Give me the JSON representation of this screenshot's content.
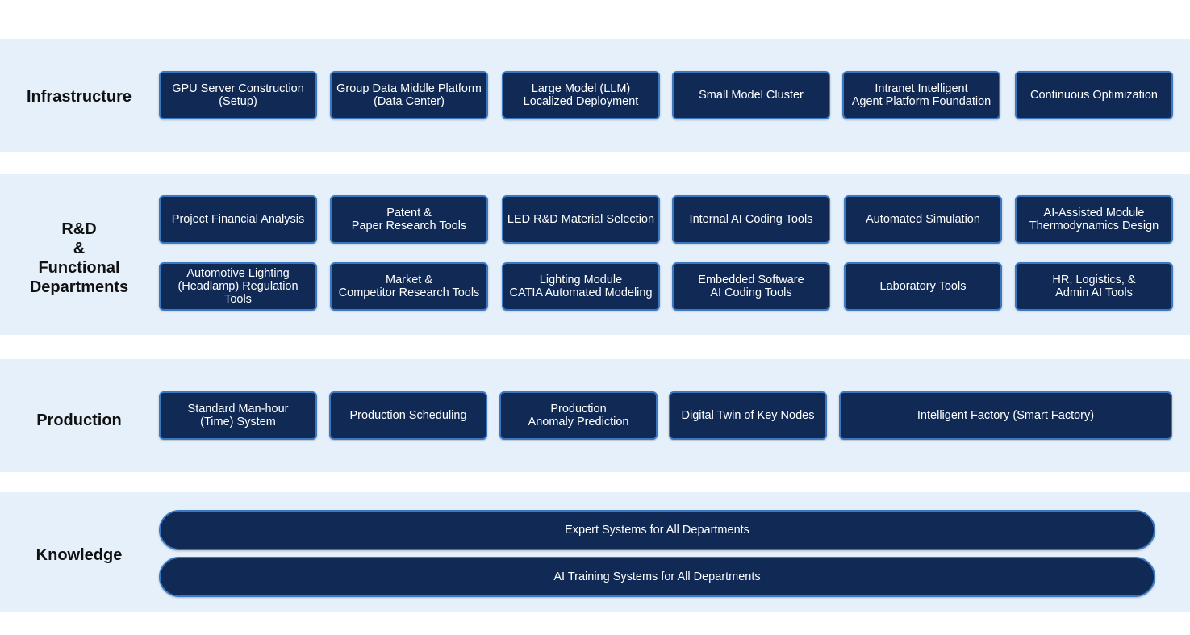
{
  "rows": {
    "infrastructure": {
      "label": "Infrastructure",
      "items": [
        "GPU Server Construction\n(Setup)",
        "Group Data Middle Platform\n(Data Center)",
        "Large Model (LLM)\nLocalized Deployment",
        "Small Model Cluster",
        "Intranet Intelligent\nAgent Platform Foundation",
        "Continuous Optimization"
      ]
    },
    "rnd": {
      "label": "R&D\n&\nFunctional\nDepartments",
      "items_row1": [
        "Project Financial Analysis",
        "Patent &\nPaper Research Tools",
        "LED R&D Material Selection",
        "Internal AI Coding Tools",
        "Automated Simulation",
        "AI-Assisted Module\nThermodynamics Design"
      ],
      "items_row2": [
        "Automotive Lighting\n(Headlamp) Regulation Tools",
        "Market &\nCompetitor Research Tools",
        "Lighting Module\nCATIA Automated Modeling",
        "Embedded Software\nAI Coding Tools",
        "Laboratory Tools",
        "HR, Logistics, &\nAdmin AI Tools"
      ]
    },
    "production": {
      "label": "Production",
      "items": [
        "Standard Man-hour\n(Time) System",
        "Production Scheduling",
        "Production\nAnomaly Prediction",
        "Digital Twin of Key Nodes",
        "Intelligent Factory (Smart Factory)"
      ]
    },
    "knowledge": {
      "label": "Knowledge",
      "items": [
        "Expert Systems for All Departments",
        "AI Training Systems for All Departments"
      ]
    }
  },
  "colors": {
    "band_background": "#e5f0fb",
    "box_fill": "#112a55",
    "box_border": "#3a78c2",
    "box_text": "#ffffff"
  }
}
